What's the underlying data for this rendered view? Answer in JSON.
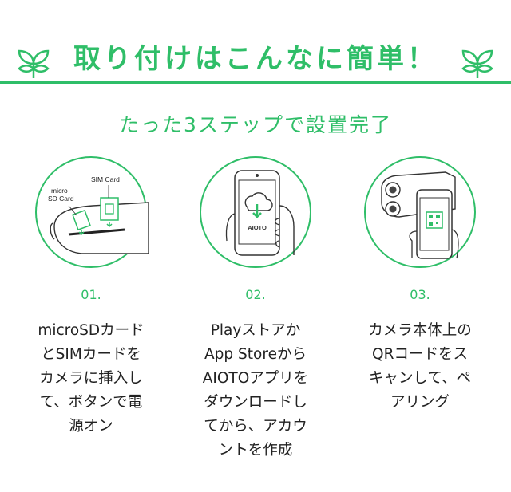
{
  "header": {
    "title": "取り付けはこんなに簡単！",
    "subtitle": "たった3ステップで設置完了",
    "left_icon": "sprout-icon",
    "right_icon": "sprout-icon",
    "accent_color": "#2fbe68"
  },
  "steps": [
    {
      "number": "01.",
      "illustration_labels": {
        "sim": "SIM Card",
        "sd_line1": "micro",
        "sd_line2": "SD Card"
      },
      "description_lines": [
        "microSDカード",
        "とSIMカードを",
        "カメラに挿入し",
        "て、ボタンで電",
        "源オン"
      ]
    },
    {
      "number": "02.",
      "illustration_labels": {
        "brand": "AIOTO"
      },
      "description_lines": [
        "Playストアか",
        "App Storeから",
        "AIOTOアプリを",
        "ダウンロードし",
        "てから、アカウ",
        "ントを作成"
      ]
    },
    {
      "number": "03.",
      "illustration_labels": {},
      "description_lines": [
        "カメラ本体上の",
        "QRコードをス",
        "キャンして、ペ",
        "アリング"
      ]
    }
  ]
}
